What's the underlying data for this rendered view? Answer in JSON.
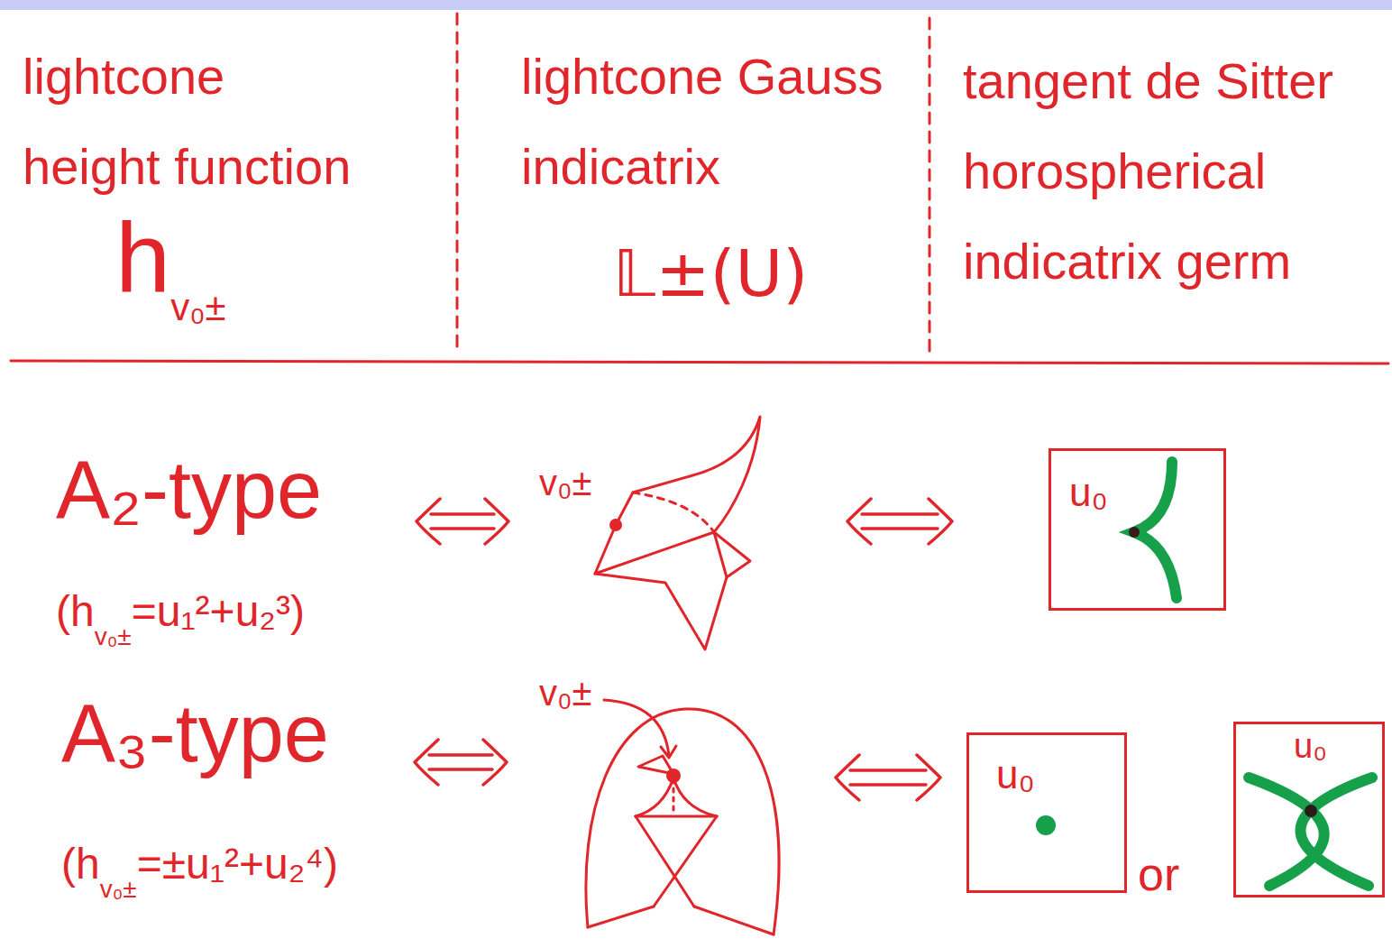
{
  "diagram": {
    "nodes": [
      {
        "text": [
          "u₀"
        ]
      },
      {
        "text": [
          "u₀"
        ]
      },
      {
        "text": [
          "u₀"
        ]
      }
    ],
    "labels": [
      "lightcone height function",
      "h",
      "v₀±",
      "lightcone Gauss indicatrix",
      "𝕃±(U)",
      "tangent de Sitter horospherical indicatrix germ",
      "A₂-type",
      "(h",
      "v₀±",
      "=u₁²+u₂³)",
      "v₀±",
      "A₃-type",
      "(h",
      "v₀±",
      "=±u₁²+u₂⁴)",
      "v₀±",
      "or"
    ]
  }
}
